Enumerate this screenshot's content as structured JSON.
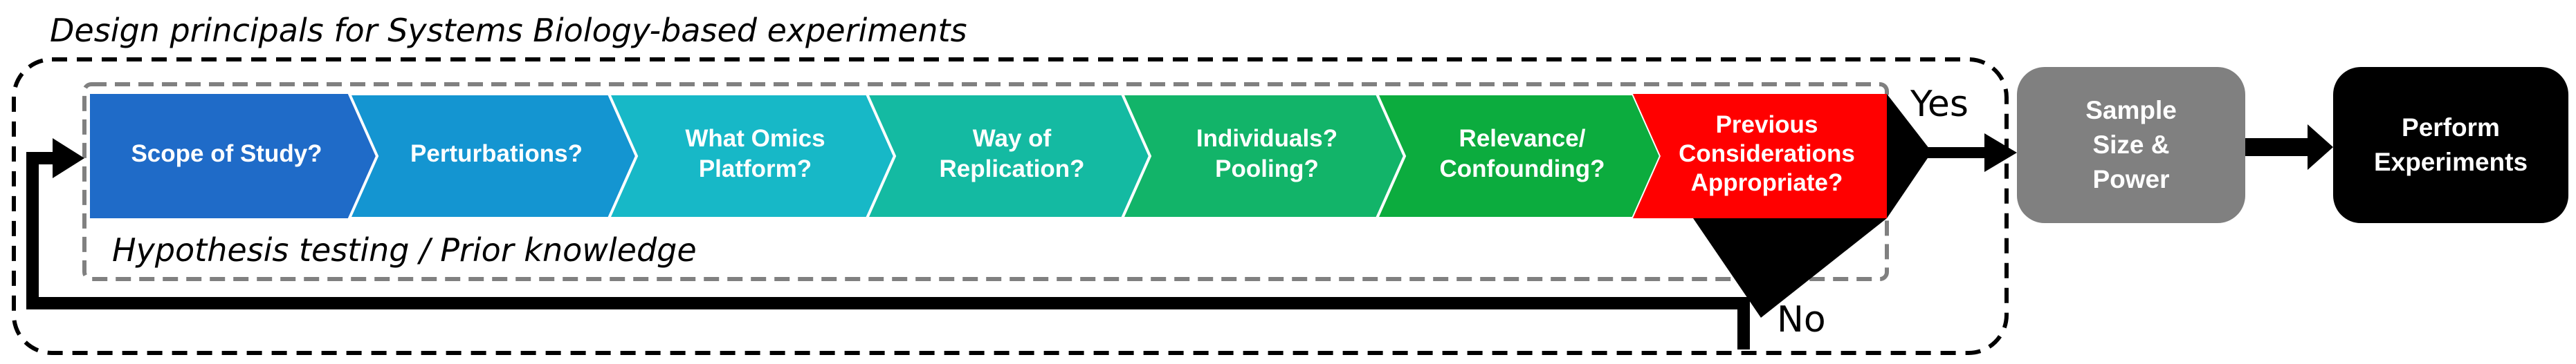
{
  "diagram": {
    "title": "Design principals for Systems Biology-based experiments",
    "inner_label": "Hypothesis testing / Prior knowledge",
    "steps": [
      {
        "lines": [
          "Scope of Study?"
        ],
        "color": "#1F6BC8"
      },
      {
        "lines": [
          "Perturbations?"
        ],
        "color": "#1495D1"
      },
      {
        "lines": [
          "What Omics",
          "Platform?"
        ],
        "color": "#17B8C7"
      },
      {
        "lines": [
          "Way of",
          "Replication?"
        ],
        "color": "#14BAA2"
      },
      {
        "lines": [
          "Individuals?",
          "Pooling?"
        ],
        "color": "#12B469"
      },
      {
        "lines": [
          "Relevance/",
          "Confounding?"
        ],
        "color": "#0CAC3E"
      },
      {
        "lines": [
          "Previous",
          "Considerations",
          "Appropriate?"
        ],
        "color": "#FF0000"
      }
    ],
    "yes_label": "Yes",
    "no_label": "No",
    "sample_box": {
      "lines": [
        "Sample",
        "Size &",
        "Power"
      ],
      "color": "#808080"
    },
    "perform_box": {
      "lines": [
        "Perform",
        "Experiments"
      ],
      "color": "#000000"
    }
  }
}
